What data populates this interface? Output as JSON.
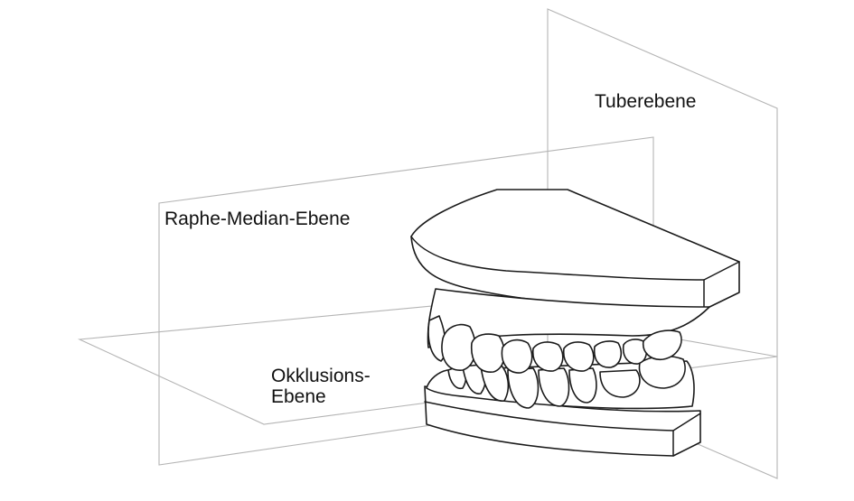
{
  "labels": {
    "tuberebene": "Tuberebene",
    "raphe_median": "Raphe-Median-Ebene",
    "okklusion_line1": "Okklusions-",
    "okklusion_line2": "Ebene"
  }
}
